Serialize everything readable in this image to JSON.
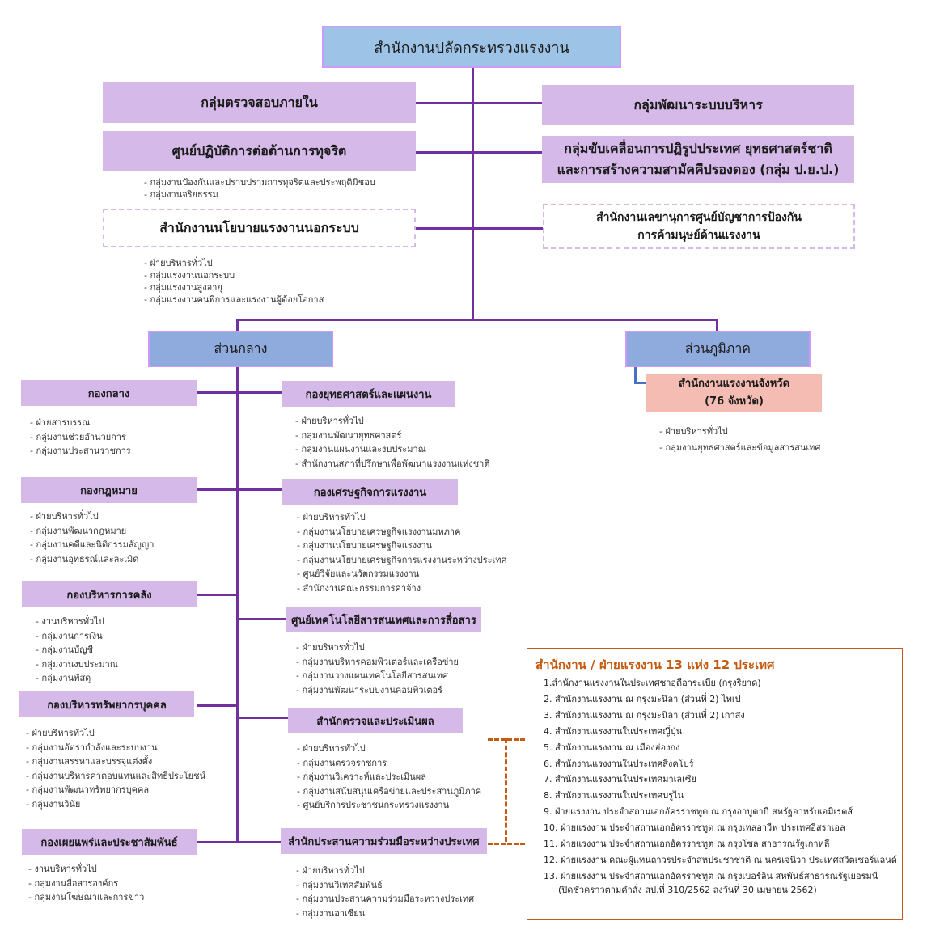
{
  "root": {
    "label": "สำนักงานปลัดกระทรวงแรงงาน"
  },
  "staff_units": {
    "internal_audit": "กลุ่มตรวจสอบภายใน",
    "admin_dev": "กลุ่มพัฒนาระบบบริหาร",
    "anti_corruption": {
      "label": "ศูนย์ปฏิบัติการต่อต้านการทุจริต",
      "subunits": [
        "กลุ่มงานป้องกันและปราบปรามการทุจริตและประพฤติมิชอบ",
        "กลุ่มงานจริยธรรม"
      ]
    },
    "reform": {
      "line1": "กลุ่มขับเคลื่อนการปฏิรูปประเทศ ยุทธศาสตร์ชาติ",
      "line2": "และการสร้างความสามัคคีปรองดอง (กลุ่ม ป.ย.ป.)"
    },
    "informal_labour": {
      "label": "สำนักงานนโยบายแรงงานนอกระบบ",
      "subunits": [
        "ฝ่ายบริหารทั่วไป",
        "กลุ่มแรงงานนอกระบบ",
        "กลุ่มแรงงานสูงอายุ",
        "กลุ่มแรงงานคนพิการและแรงงานผู้ด้อยโอกาส"
      ]
    },
    "trafficking": {
      "line1": "สำนักงานเลขานุการศูนย์บัญชาการป้องกัน",
      "line2": "การค้ามนุษย์ด้านแรงงาน"
    }
  },
  "central": {
    "label": "ส่วนกลาง",
    "left_divisions": [
      {
        "label": "กองกลาง",
        "subunits": [
          "ฝ่ายสารบรรณ",
          "กลุ่มงานช่วยอำนวยการ",
          "กลุ่มงานประสานราชการ"
        ]
      },
      {
        "label": "กองกฎหมาย",
        "subunits": [
          "ฝ่ายบริหารทั่วไป",
          "กลุ่มงานพัฒนากฎหมาย",
          "กลุ่มงานคดีและนิติกรรมสัญญา",
          "กลุ่มงานอุทธรณ์และละเมิด"
        ]
      },
      {
        "label": "กองบริหารการคลัง",
        "subunits": [
          "งานบริหารทั่วไป",
          "กลุ่มงานการเงิน",
          "กลุ่มงานบัญชี",
          "กลุ่มงานงบประมาณ",
          "กลุ่มงานพัสดุ"
        ]
      },
      {
        "label": "กองบริหารทรัพยากรบุคคล",
        "subunits": [
          "ฝ่ายบริหารทั่วไป",
          "กลุ่มงานอัตรากำลังและระบบงาน",
          "กลุ่มงานสรรหาและบรรจุแต่งตั้ง",
          "กลุ่มงานบริหารค่าตอบแทนและสิทธิประโยชน์",
          "กลุ่มงานพัฒนาทรัพยากรบุคคล",
          "กลุ่มงานวินัย"
        ]
      },
      {
        "label": "กองเผยแพร่และประชาสัมพันธ์",
        "subunits": [
          "งานบริหารทั่วไป",
          "กลุ่มงานสื่อสารองค์กร",
          "กลุ่มงานโฆษณาและการข่าว"
        ]
      }
    ],
    "right_divisions": [
      {
        "label": "กองยุทธศาสตร์และแผนงาน",
        "subunits": [
          "ฝ่ายบริหารทั่วไป",
          "กลุ่มงานพัฒนายุทธศาสตร์",
          "กลุ่มงานแผนงานและงบประมาณ",
          "สำนักงานสภาที่ปรึกษาเพื่อพัฒนาแรงงานแห่งชาติ"
        ]
      },
      {
        "label": "กองเศรษฐกิจการแรงงาน",
        "subunits": [
          "ฝ่ายบริหารทั่วไป",
          "กลุ่มงานนโยบายเศรษฐกิจแรงงานมหภาค",
          "กลุ่มงานนโยบายเศรษฐกิจแรงงาน",
          "กลุ่มงานนโยบายเศรษฐกิจการแรงงานระหว่างประเทศ",
          "ศูนย์วิจัยและนวัตกรรมแรงงาน",
          "สำนักงานคณะกรรมการค่าจ้าง"
        ]
      },
      {
        "label": "ศูนย์เทคโนโลยีสารสนเทศและการสื่อสาร",
        "subunits": [
          "ฝ่ายบริหารทั่วไป",
          "กลุ่มงานบริหารคอมพิวเตอร์และเครือข่าย",
          "กลุ่มงานวางแผนเทคโนโลยีสารสนเทศ",
          "กลุ่มงานพัฒนาระบบงานคอมพิวเตอร์"
        ]
      },
      {
        "label": "สำนักตรวจและประเมินผล",
        "subunits": [
          "ฝ่ายบริหารทั่วไป",
          "กลุ่มงานตรวจราชการ",
          "กลุ่มงานวิเคราะห์และประเมินผล",
          "กลุ่มงานสนับสนุนเครือข่ายและประสานภูมิภาค",
          "ศูนย์บริการประชาชนกระทรวงแรงงาน"
        ]
      },
      {
        "label": "สำนักประสานความร่วมมือระหว่างประเทศ",
        "subunits": [
          "ฝ่ายบริหารทั่วไป",
          "กลุ่มงานวิเทศสัมพันธ์",
          "กลุ่มงานประสานความร่วมมือระหว่างประเทศ",
          "กลุ่มงานอาเซียน"
        ]
      }
    ]
  },
  "regional": {
    "label": "ส่วนภูมิภาค",
    "provincial": {
      "line1": "สำนักงานแรงงานจังหวัด",
      "line2": "(76 จังหวัด)"
    },
    "subunits": [
      "ฝ่ายบริหารทั่วไป",
      "กลุ่มงานยุทธศาสตร์และข้อมูลสารสนเทศ"
    ]
  },
  "overseas": {
    "title": "สำนักงาน / ฝ่ายแรงงาน 13 แห่ง 12 ประเทศ",
    "items": [
      "1.สำนักงานแรงงานในประเทศซาอุดีอาระเบีย (กรุงริยาด)",
      "2. สำนักงานแรงงาน ณ กรุงมะนิลา (ส่วนที่ 2) ไทเป",
      "3. สำนักงานแรงงาน ณ กรุงมะนิลา (ส่วนที่ 2) เกาสง",
      "4. สำนักงานแรงงานในประเทศญี่ปุ่น",
      "5. สำนักงานแรงงาน ณ เมืองฮ่องกง",
      "6. สำนักงานแรงงานในประเทศสิงคโปร์",
      "7. สำนักงานแรงงานในประเทศมาเลเซีย",
      "8. สำนักงานแรงงานในประเทศบรูไน",
      "9. ฝ่ายแรงงาน ประจำสถานเอกอัครราชทูต ณ กรุงอาบูดาบี สหรัฐอาหรับเอมิเรตส์",
      "10. ฝ่ายแรงงาน ประจำสถานเอกอัครราชทูต ณ กรุงเทลอาวีฟ ประเทศอิสราเอล",
      "11. ฝ่ายแรงงาน ประจำสถานเอกอัครราชทูต ณ กรุงโซล สาธารณรัฐเกาหลี",
      "12. ฝ่ายแรงงาน คณะผู้แทนถาวรประจำสหประชาชาติ ณ นครเจนีวา ประเทศสวิตเซอร์แลนด์",
      "13. ฝ่ายแรงงาน ประจำสถานเอกอัครราชทูต ณ กรุงเบอร์ลิน สหพันธ์สาธารณรัฐเยอรมนี"
    ],
    "note": "(ปิดชั่วคราวตามคำสั่ง สป.ที่ 310/2562 ลงวันที่ 30 เมษายน 2562)"
  },
  "colors": {
    "connector": "#7030a0",
    "lavender": "#d5b9e8",
    "root_fill": "#9dc3e6",
    "branch_fill": "#8faadc",
    "provincial_fill": "#f4bcb2",
    "overseas_accent": "#c55a11"
  }
}
